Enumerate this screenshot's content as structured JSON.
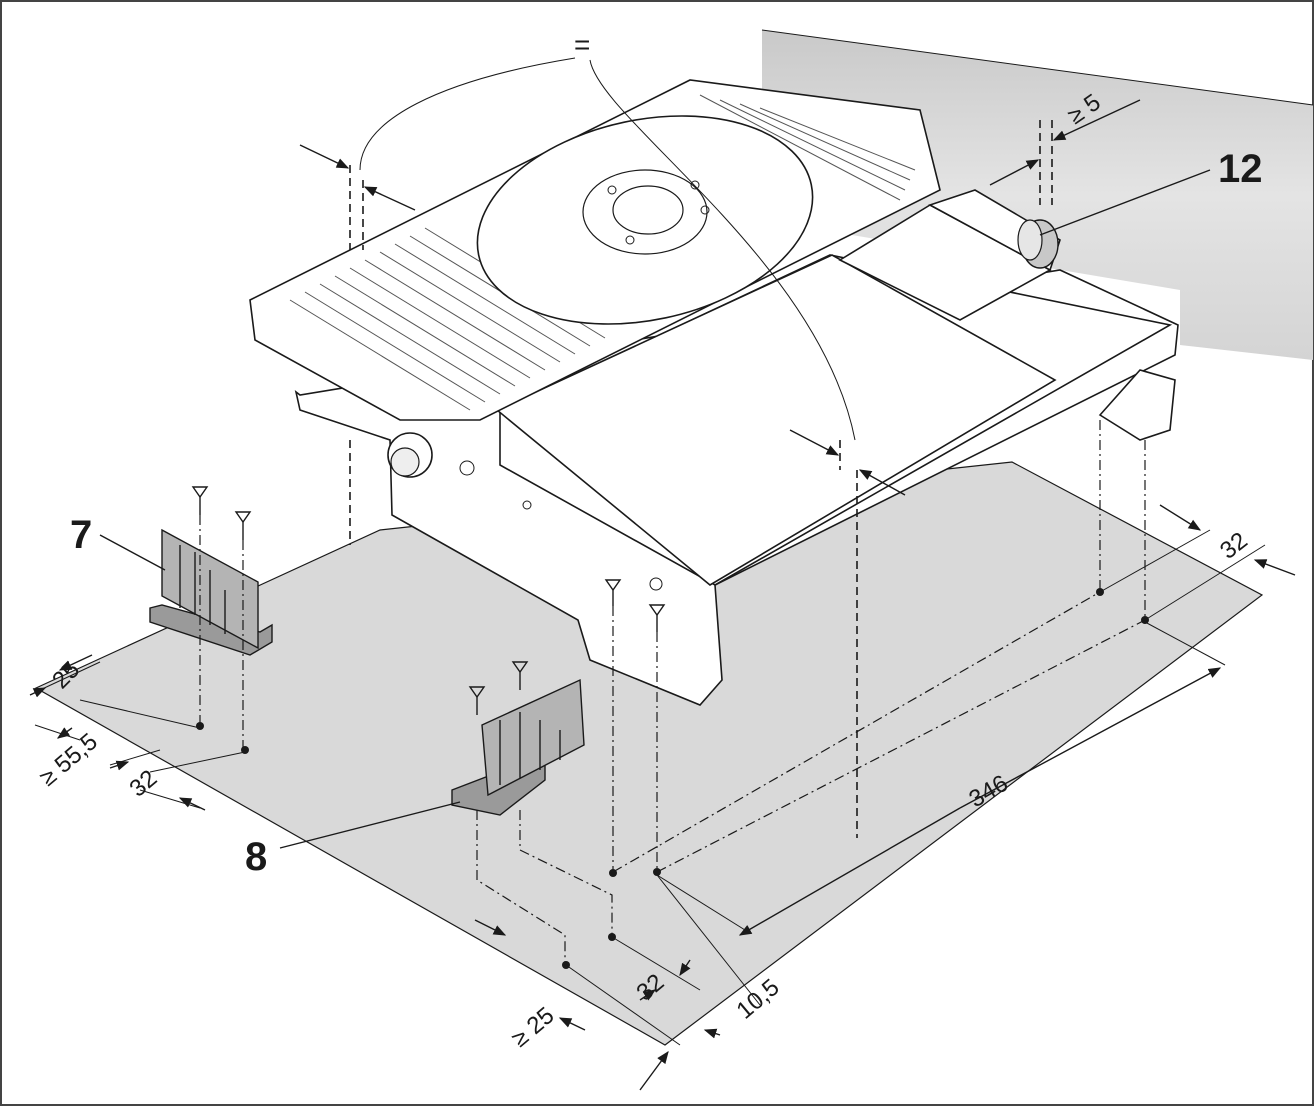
{
  "callouts": {
    "bracket_left": "7",
    "bracket_right": "8",
    "spacer": "12"
  },
  "dimensions": {
    "equal_sign": "=",
    "wall_gap": "≥ 5",
    "left_edge": "25",
    "left_depth": "≥ 55,5",
    "left_spacing": "32",
    "back_right_spacing": "32",
    "length": "346",
    "front_spacing": "32",
    "front_offset": "10,5",
    "front_edge": "≥ 25"
  },
  "colors": {
    "tabletop": "#d9d9d9",
    "wall": "#dcdcdc",
    "bracket": "#a8a8a8",
    "line": "#1a1a1a"
  }
}
